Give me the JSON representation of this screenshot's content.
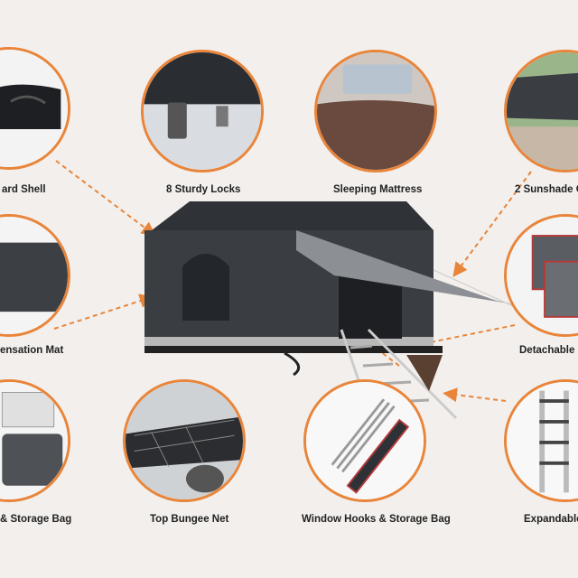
{
  "accent_color": "#e9853a",
  "features": [
    {
      "label": "Hard Shell",
      "visible_label": "ard Shell",
      "icon": "hard-shell-image"
    },
    {
      "label": "8 Sturdy Locks",
      "icon": "lock-image"
    },
    {
      "label": "Sleeping Mattress",
      "icon": "mattress-image"
    },
    {
      "label": "2 Sunshade C",
      "icon": "sunshade-image"
    },
    {
      "label": "ensation Mat",
      "icon": "condensation-mat-image"
    },
    {
      "label": "Detachable F",
      "icon": "detachable-bag-image"
    },
    {
      "label": "& Storage Bag",
      "icon": "storage-bag-image"
    },
    {
      "label": "Top Bungee Net",
      "icon": "bungee-net-image"
    },
    {
      "label": "Window Hooks & Storage Bag",
      "icon": "window-hooks-image"
    },
    {
      "label": "Expandable",
      "icon": "ladder-image"
    }
  ]
}
